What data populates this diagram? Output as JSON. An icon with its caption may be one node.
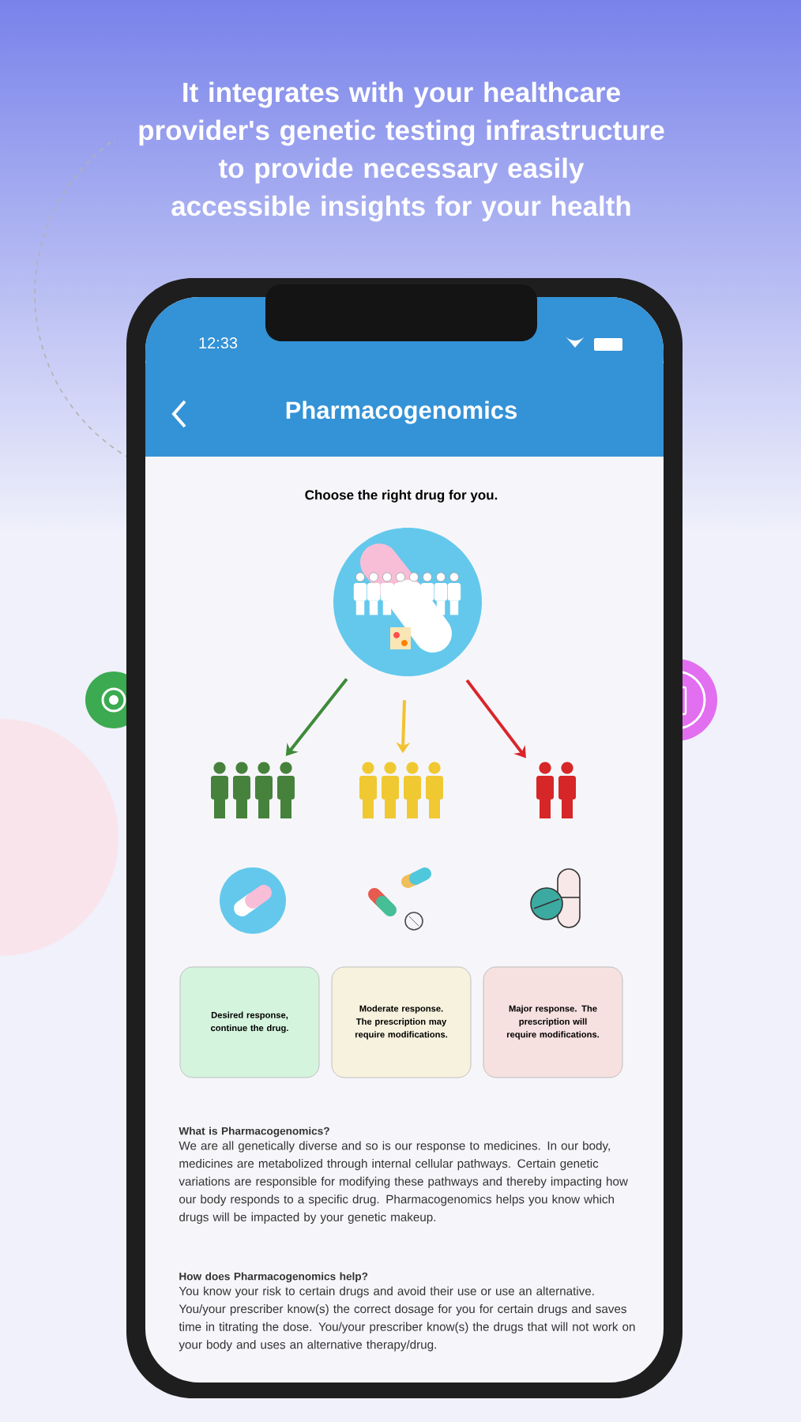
{
  "diagram": {
    "title": "It integrates with your healthcare provider's genetic testing infrastructure to provide necessary easily accessible insights for your health",
    "nodes": [
      {
        "text": [],
        "shape": "picture"
      },
      {
        "text": [],
        "shape": "picture"
      },
      {
        "text": [],
        "shape": "picture"
      },
      {
        "text": [],
        "shape": "picture"
      },
      {
        "text": [
          "Desired response, continue the drug."
        ]
      },
      {
        "text": [
          "Moderate response. The prescription may require modifications."
        ]
      },
      {
        "text": [
          "Major response. The prescription will require modifications."
        ]
      }
    ],
    "edges": [
      {
        "from": 0,
        "to": 1,
        "arrow": "to",
        "color": "#3f8a3a"
      },
      {
        "from": 0,
        "to": 2,
        "arrow": "to",
        "color": "#f2c230"
      },
      {
        "from": 0,
        "to": 3,
        "arrow": "to",
        "color": "#d9262a"
      }
    ],
    "labels": [
      "12:33",
      "Pharmacogenomics",
      "Choose the right drug for you.",
      "What is Pharmacogenomics?",
      "We are all genetically diverse and so is our response to medicines. In our body, medicines are metabolized through internal cellular pathways. Certain genetic variations are responsible for modifying these pathways and thereby impacting how our body responds to a specific drug. Pharmacogenomics helps you know which drugs will be impacted by your genetic makeup.",
      "How does Pharmacogenomics help?",
      "You know your risk to certain drugs and avoid their use or use an alternative. You/your prescriber know(s) the correct dosage for you for certain drugs and saves time in titrating the dose. You/your prescriber know(s) the drugs that will not work on your body and uses an alternative therapy/drug."
    ]
  }
}
